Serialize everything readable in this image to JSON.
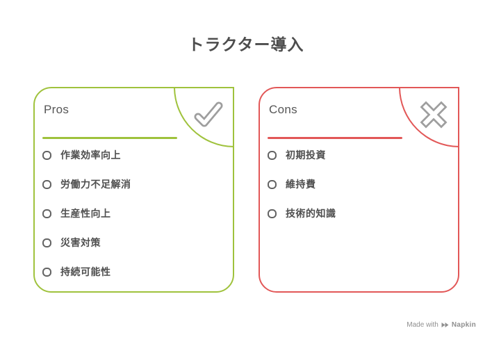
{
  "title": "トラクター導入",
  "cards": [
    {
      "label": "Pros",
      "accent_color": "#9fc23c",
      "icon": "check-icon",
      "bullet": "circle-bullet",
      "items": [
        "作業効率向上",
        "労働力不足解消",
        "生産性向上",
        "災害対策",
        "持続可能性"
      ]
    },
    {
      "label": "Cons",
      "accent_color": "#e25757",
      "icon": "x-icon",
      "bullet": "circle-bullet",
      "items": [
        "初期投資",
        "維持費",
        "技術的知識"
      ]
    }
  ],
  "watermark": {
    "made_with": "Made with",
    "brand": "Napkin"
  },
  "colors": {
    "title_text": "#4d4d4d",
    "label_text": "#565656",
    "item_text": "#4f4f4f",
    "icon_gray": "#9e9e9e",
    "bullet_gray": "#636363",
    "watermark_gray": "#8f8f8f",
    "background": "#ffffff"
  }
}
